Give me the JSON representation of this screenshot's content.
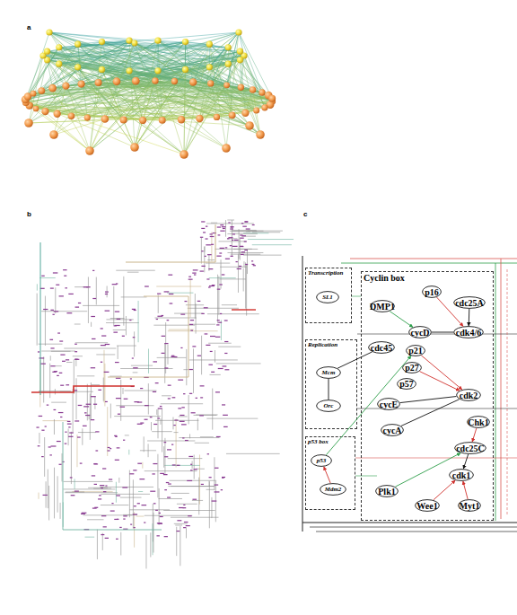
{
  "diagram": {
    "nodes": [
      {
        "text": [
          "Transcription"
        ]
      },
      {
        "text": [
          "SL1"
        ],
        "in": 0
      },
      {
        "text": [
          "Cyclin box"
        ]
      },
      {
        "text": [
          "p16"
        ],
        "in": 2
      },
      {
        "text": [
          "DMP1"
        ],
        "in": 2
      },
      {
        "text": [
          "cdc25A"
        ],
        "in": 2
      },
      {
        "text": [
          "cycD"
        ],
        "in": 2
      },
      {
        "text": [
          "cdk4/6"
        ],
        "in": 2
      },
      {
        "text": [
          "cdc45"
        ],
        "in": 2
      },
      {
        "text": [
          "p21"
        ],
        "in": 2
      },
      {
        "text": [
          "p27"
        ],
        "in": 2
      },
      {
        "text": [
          "p57"
        ],
        "in": 2
      },
      {
        "text": [
          "cycE"
        ],
        "in": 2
      },
      {
        "text": [
          "cdk2"
        ],
        "in": 2
      },
      {
        "text": [
          "cycA"
        ],
        "in": 2
      },
      {
        "text": [
          "cdc25C"
        ],
        "in": 2
      },
      {
        "text": [
          "Chk1"
        ],
        "in": 2
      },
      {
        "text": [
          "cdk1"
        ],
        "in": 2
      },
      {
        "text": [
          "Plk1"
        ],
        "in": 2
      },
      {
        "text": [
          "Wee1"
        ],
        "in": 2
      },
      {
        "text": [
          "Myt1"
        ],
        "in": 2
      },
      {
        "text": [
          "Replication"
        ]
      },
      {
        "text": [
          "Mcm"
        ],
        "in": 21
      },
      {
        "text": [
          "Orc"
        ],
        "in": 21
      },
      {
        "text": [
          "p53 box"
        ]
      },
      {
        "text": [
          "p53"
        ],
        "in": 24
      },
      {
        "text": [
          "Mdm2"
        ],
        "in": 24
      }
    ],
    "edges": [
      {
        "from": 3,
        "to": 7,
        "arrow": "to"
      },
      {
        "from": 6,
        "to": 7,
        "arrow": "none"
      },
      {
        "from": 4,
        "to": 6,
        "arrow": "to"
      },
      {
        "from": 5,
        "to": 7,
        "arrow": "to"
      },
      {
        "from": 9,
        "to": 13,
        "arrow": "to"
      },
      {
        "from": 10,
        "to": 13,
        "arrow": "to"
      },
      {
        "from": 12,
        "to": 13,
        "arrow": "none"
      },
      {
        "from": 14,
        "to": 13,
        "arrow": "none"
      },
      {
        "from": 16,
        "to": 15,
        "arrow": "to"
      },
      {
        "from": 15,
        "to": 17,
        "arrow": "to"
      },
      {
        "from": 18,
        "to": 15,
        "arrow": "to"
      },
      {
        "from": 19,
        "to": 17,
        "arrow": "to"
      },
      {
        "from": 20,
        "to": 17,
        "arrow": "to"
      },
      {
        "from": 26,
        "to": 25,
        "arrow": "to"
      },
      {
        "from": 25,
        "to": 9,
        "arrow": "to"
      },
      {
        "from": 22,
        "to": 8,
        "arrow": "none"
      },
      {
        "from": 23,
        "to": 22,
        "arrow": "none"
      }
    ],
    "labels": [
      "a",
      "b",
      "c"
    ]
  }
}
